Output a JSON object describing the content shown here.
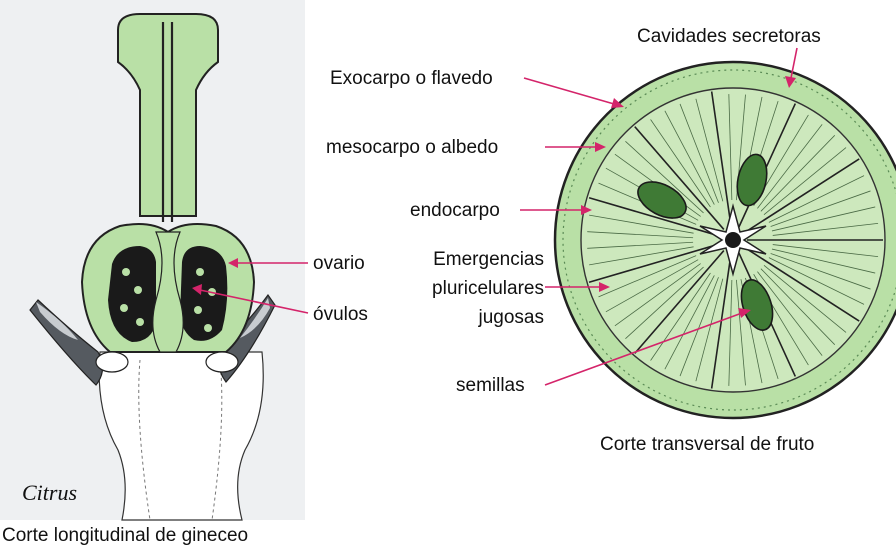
{
  "gynoecium": {
    "genus": "Citrus",
    "caption": "Corte longitudinal de gineceo",
    "labels": {
      "ovary": "ovario",
      "ovules": "óvulos"
    }
  },
  "fruit": {
    "caption": "Corte transversal de fruto",
    "labels": {
      "secretory": "Cavidades  secretoras",
      "exocarp": "Exocarpo o flavedo",
      "mesocarp": "mesocarpo o albedo",
      "endocarp": "endocarpo",
      "emergencias_1": "Emergencias",
      "emergencias_2": "pluricelulares",
      "emergencias_3": "jugosas",
      "seeds": "semillas"
    }
  },
  "colors": {
    "tissue_green": "#b9e0a6",
    "seed_green": "#3f7a35",
    "leader": "#d4246a",
    "dark": "#1a1a1a"
  }
}
